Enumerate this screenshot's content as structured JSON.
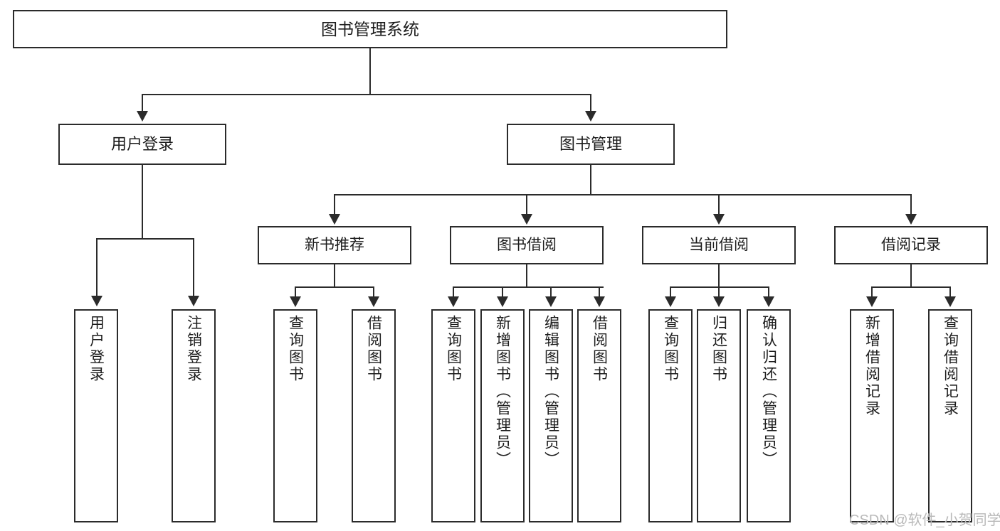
{
  "diagram": {
    "title": "图书管理系统",
    "type": "tree-hierarchy-chart",
    "root": {
      "label": "图书管理系统"
    },
    "level2": [
      {
        "label": "用户登录"
      },
      {
        "label": "图书管理"
      }
    ],
    "level3": [
      {
        "label": "新书推荐"
      },
      {
        "label": "图书借阅"
      },
      {
        "label": "当前借阅"
      },
      {
        "label": "借阅记录"
      }
    ],
    "leaves": {
      "user_login": [
        {
          "label": "用户登录"
        },
        {
          "label": "注销登录"
        }
      ],
      "new_book": [
        {
          "label": "查询图书"
        },
        {
          "label": "借阅图书"
        }
      ],
      "book_borrow": [
        {
          "label": "查询图书"
        },
        {
          "label": "新增图书（管理员）"
        },
        {
          "label": "编辑图书（管理员）"
        },
        {
          "label": "借阅图书"
        }
      ],
      "current_borrow": [
        {
          "label": "查询图书"
        },
        {
          "label": "归还图书"
        },
        {
          "label": "确认归还（管理员）"
        }
      ],
      "borrow_record": [
        {
          "label": "新增借阅记录"
        },
        {
          "label": "查询借阅记录"
        }
      ]
    }
  },
  "watermark": {
    "text": "CSDN @软件_小贺同学"
  },
  "colors": {
    "stroke": "#2b2b2b",
    "text": "#1c1c1c",
    "background": "#ffffff",
    "watermark": "#b9b9b9"
  }
}
